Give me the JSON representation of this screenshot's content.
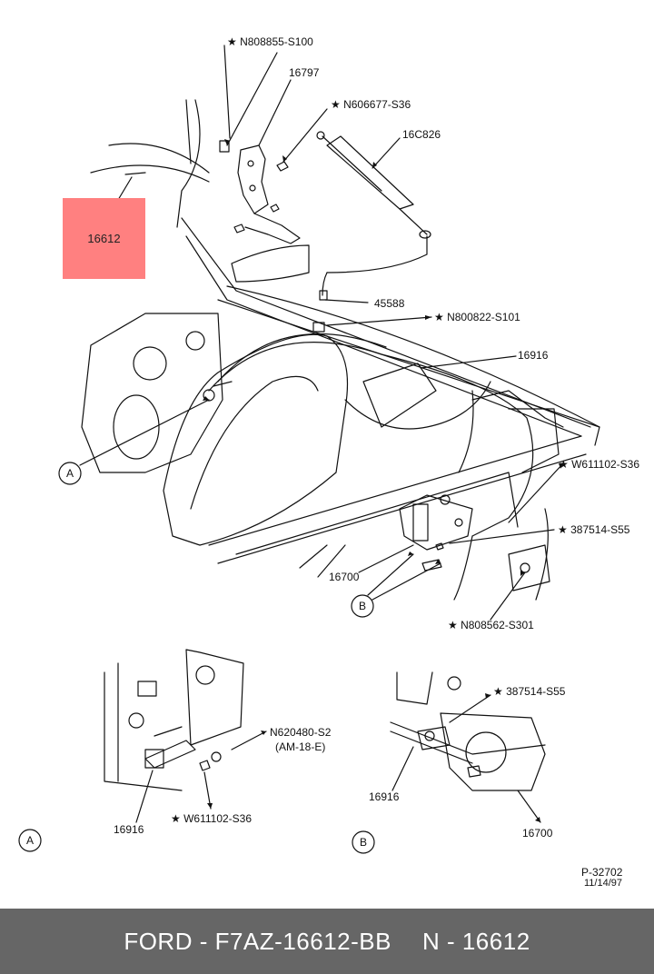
{
  "diagram": {
    "highlight_label": "16612",
    "callouts": {
      "n808855": "★ N808855-S100",
      "p16797": "16797",
      "n606677": "★ N606677-S36",
      "p16c826": "16C826",
      "p45588": "45588",
      "n800822": "★ N800822-S101",
      "p16916_top": "16916",
      "w611102_top": "★ W611102-S36",
      "p387514_top": "★ 387514-S55",
      "p16700_top": "16700",
      "n808562": "★ N808562-S301",
      "n620480": "N620480-S2",
      "am18e": "(AM-18-E)",
      "p16916_a": "16916",
      "w611102_a": "★ W611102-S36",
      "p387514_b": "★ 387514-S55",
      "p16916_b": "16916",
      "p16700_b": "16700"
    },
    "circle_labels": {
      "a_main": "A",
      "b_main": "B",
      "a_detail": "A",
      "b_detail": "B"
    },
    "ref_number": "P-32702",
    "ref_date": "11/14/97"
  },
  "footer": {
    "brand_part": "FORD - F7AZ-16612-BB",
    "short_ref": "N - 16612"
  }
}
